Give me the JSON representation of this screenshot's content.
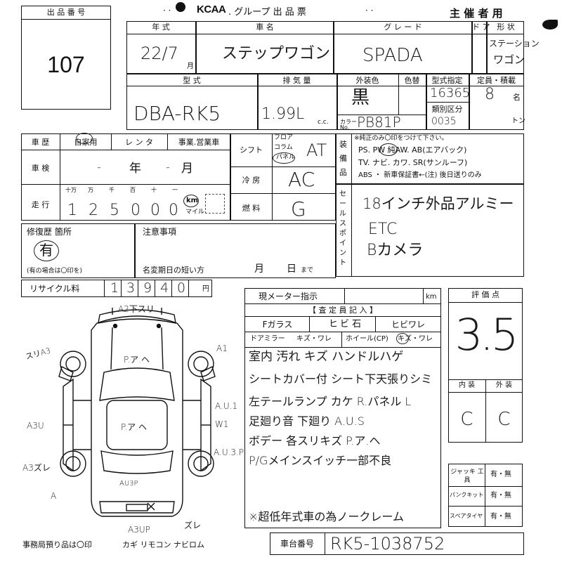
{
  "header": {
    "lot_label": "出 品 番 号",
    "lot_number": "107",
    "brand": "KCAA",
    "title_rest": ". グループ 出 品 票",
    "organizer": "主 催 者 用",
    "dots": "· ·"
  },
  "row1": {
    "labels": {
      "year": "年 式",
      "car_name": "車 名",
      "grade": "グ レ ー ド",
      "door": "ド ア",
      "body": "形 状"
    },
    "year_value": "22/7",
    "month_unit": "月",
    "car_name_value": "ステップワゴン",
    "grade_value": "SPADA",
    "body_value_1": "ステーション",
    "body_value_2": "ワゴン"
  },
  "row2": {
    "labels": {
      "model": "型 式",
      "displacement": "排 気 量",
      "exterior_color": "外装色",
      "color_change": "色替",
      "model_code": "型式指定",
      "category": "類別区分",
      "capacity": "定員・積載"
    },
    "model_value": "DBA-RK5",
    "displacement_value": "1.99L",
    "cc_unit": "c.c.",
    "color_value": "黒",
    "color_no_label": "カラー No.",
    "color_no_value": "PB81P",
    "model_code_value": "16365",
    "category_value": "0035",
    "capacity_value": "8",
    "person_unit": "名",
    "ton_unit": "トン"
  },
  "history": {
    "label": "車 歴",
    "options": [
      "自家用",
      "レ ン タ",
      "事業.営業車"
    ],
    "inspection_label": "車 検",
    "inspection_year_mark": "-",
    "year_unit": "年",
    "inspection_month_mark": "-",
    "month_unit": "月",
    "mileage_label": "走 行",
    "digit_headers": [
      "十万",
      "万",
      "千",
      "百",
      "十",
      "一"
    ],
    "mileage_digits": [
      "1",
      "2",
      "5",
      "0",
      "0",
      "0"
    ],
    "km_unit": "km",
    "mile_unit": "マイル"
  },
  "shift": {
    "label": "シフト",
    "options": [
      "フロア",
      "コラム",
      "パネル"
    ],
    "value": "AT",
    "ac_label": "冷 房",
    "ac_value": "AC",
    "fuel_label": "燃 料",
    "fuel_value": "G"
  },
  "equipment": {
    "label": "装 備 品",
    "note": "※純正のみ〇印をつけて下さい。",
    "line1": "PS. PW 純AW. AB(エアバック)",
    "line2": "TV. ナビ. カワ. SR(サンルーフ)",
    "line3": "ABS ・ 新車保証書←(注) 後日送りのみ"
  },
  "sales": {
    "label": "セールスポイント",
    "line1": "18インチ外品アルミー",
    "line2": "ETC",
    "line3": "Bカメラ"
  },
  "repair": {
    "label": "修復歴 箇所",
    "value": "有",
    "note": "(有の場合は〇印を)"
  },
  "notes": {
    "label": "注意事項",
    "deadline_label": "名変期日の短い方",
    "month_unit": "月",
    "day_unit": "日",
    "made": "まで"
  },
  "recycle": {
    "label": "リサイクル料",
    "digits": [
      "1",
      "3",
      "9",
      "4",
      "0"
    ],
    "yen": "円"
  },
  "meter": {
    "label": "現メーター指示",
    "km": "km",
    "inspector_label": "【 査 定 員 記 入 】",
    "glass_label": "Fガラス",
    "glass_values": [
      "ヒ",
      "ビ 石"
    ],
    "hibi_label": "ヒビワレ",
    "mirror_label": "ドアミラー",
    "mirror_opts": "キズ・ワレ",
    "wheel_label": "ホイール(CP)",
    "wheel_opts": "キズ・ワレ"
  },
  "remarks": [
    "室内 汚れ キズ ハンドルハゲ",
    "シートカバー付 シート下天張りシミ",
    "左テールランプ カケ R.パネル L",
    "足廻り音 下廻り A.U.S",
    "ボデー 各スリキズ P.ア.ヘ",
    "P/Gメインスイッチ一部不良",
    "※超低年式車の為ノークレーム"
  ],
  "rating": {
    "label": "評 価 点",
    "value": "3.5",
    "interior_label": "内 装",
    "exterior_label": "外 装",
    "interior_value": "C",
    "exterior_value": "C"
  },
  "tools": {
    "jack_label": "ジャッキ 工 具",
    "puncture_label": "パンクキット",
    "spare_label": "スペアタイヤ",
    "option_text": "有・無"
  },
  "chassis": {
    "label": "車台番号",
    "value": "RK5-1038752"
  },
  "footer": {
    "office_note": "事務局預り品は〇印",
    "items": "カギ リモコン ナビロム"
  },
  "diagram_marks": {
    "m1": "A2下スリ",
    "m2": "スリA3",
    "m3": "A1",
    "m4": "P.ア.ヘ",
    "m5": "A.U.1",
    "m6": "W1",
    "m7": "A3U",
    "m8": "A3ズレ",
    "m9": "A.U.3.P",
    "m10": "A",
    "m11": "AU3P",
    "m12": "A3UP",
    "m13": "ズレ",
    "m14": "P.ア.ヘ"
  }
}
